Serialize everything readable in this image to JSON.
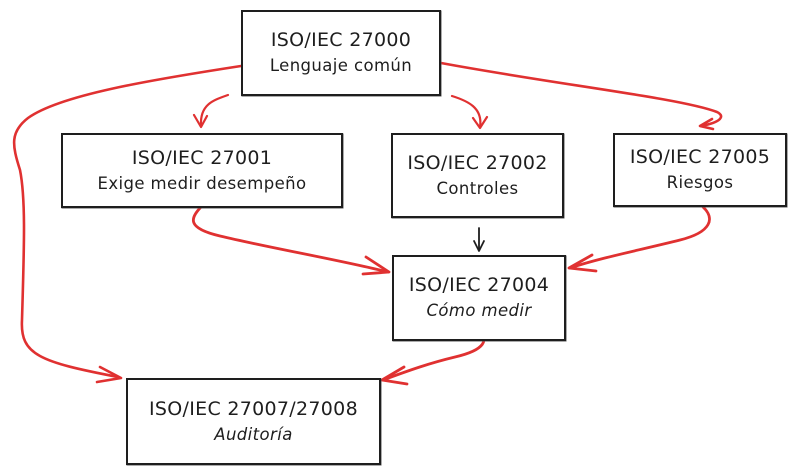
{
  "diagram": {
    "colors": {
      "edge_red": "#e03131",
      "edge_black": "#1e1e1e",
      "node_border": "#1e1e1e"
    },
    "nodes": [
      {
        "id": "n27000",
        "title": "ISO/IEC 27000",
        "subtitle": "Lenguaje común"
      },
      {
        "id": "n27001",
        "title": "ISO/IEC 27001",
        "subtitle": "Exige medir desempeño"
      },
      {
        "id": "n27002",
        "title": "ISO/IEC 27002",
        "subtitle": "Controles"
      },
      {
        "id": "n27005",
        "title": "ISO/IEC 27005",
        "subtitle": "Riesgos"
      },
      {
        "id": "n27004",
        "title": "ISO/IEC 27004",
        "subtitle": "Cómo medir"
      },
      {
        "id": "n27007",
        "title": "ISO/IEC 27007/27008",
        "subtitle": "Auditoría"
      }
    ],
    "edges": [
      {
        "from": "ISO/IEC 27000",
        "to": "ISO/IEC 27001",
        "color": "red"
      },
      {
        "from": "ISO/IEC 27000",
        "to": "ISO/IEC 27002",
        "color": "red"
      },
      {
        "from": "ISO/IEC 27000",
        "to": "ISO/IEC 27005",
        "color": "red"
      },
      {
        "from": "ISO/IEC 27000",
        "to": "ISO/IEC 27007/27008",
        "color": "red"
      },
      {
        "from": "ISO/IEC 27001",
        "to": "ISO/IEC 27004",
        "color": "red"
      },
      {
        "from": "ISO/IEC 27002",
        "to": "ISO/IEC 27004",
        "color": "black"
      },
      {
        "from": "ISO/IEC 27005",
        "to": "ISO/IEC 27004",
        "color": "red"
      },
      {
        "from": "ISO/IEC 27004",
        "to": "ISO/IEC 27007/27008",
        "color": "red"
      }
    ]
  }
}
